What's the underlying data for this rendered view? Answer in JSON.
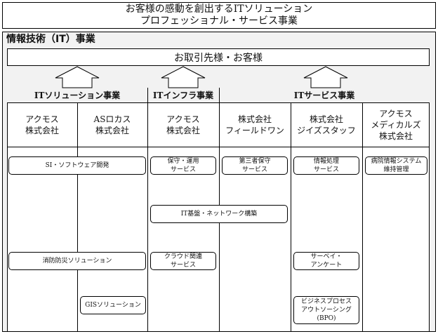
{
  "header": {
    "title": "お客様の感動を創出するITソリューション\nプロフェッショナル・サービス事業"
  },
  "section_title": "情報技術（IT）事業",
  "customers_label": "お取引先様・お客様",
  "business_units": [
    {
      "name": "ITソリューション事業"
    },
    {
      "name": "ITインフラ事業"
    },
    {
      "name": "ITサービス事業"
    }
  ],
  "companies": [
    {
      "name": "アクモス\n株式会社"
    },
    {
      "name": "ASロカス\n株式会社"
    },
    {
      "name": "アクモス\n株式会社"
    },
    {
      "name": "株式会社\nフィールドワン"
    },
    {
      "name": "株式会社\nジイズスタッフ"
    },
    {
      "name": "アクモス\nメディカルズ\n株式会社"
    }
  ],
  "services": {
    "si_software": "SI・ソフトウェア開発",
    "maintenance": "保守・運用\nサービス",
    "third_party": "第三者保守\nサービス",
    "info_processing": "情報処理\nサービス",
    "hospital_system": "病院情報システム\n維持管理",
    "it_infrastructure": "IT基盤・ネットワーク構築",
    "disaster_prevention": "消防防災ソリューション",
    "cloud": "クラウド関連\nサービス",
    "survey": "サーベイ・\nアンケート",
    "gis": "GISソリューション",
    "bpo": "ビジネスプロセス\nアウトソーシング\n(BPO)"
  }
}
